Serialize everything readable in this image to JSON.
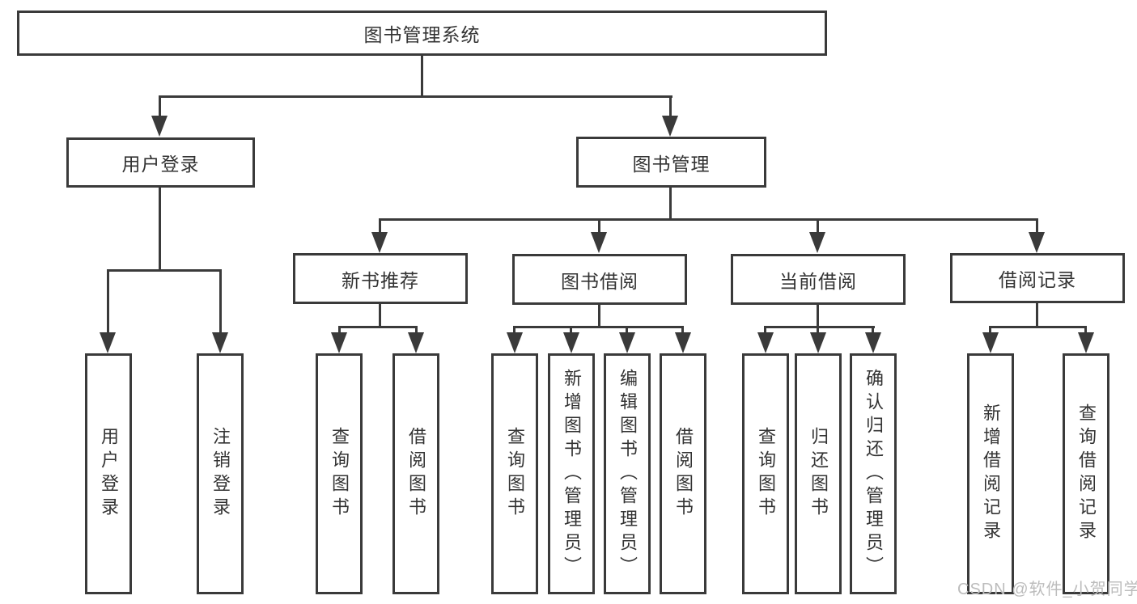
{
  "tree": {
    "root": {
      "label": "图书管理系统"
    },
    "children": [
      {
        "label": "用户登录",
        "children": [
          {
            "label": "用户登录"
          },
          {
            "label": "注销登录"
          }
        ]
      },
      {
        "label": "图书管理",
        "children": [
          {
            "label": "新书推荐",
            "children": [
              {
                "label": "查询图书"
              },
              {
                "label": "借阅图书"
              }
            ]
          },
          {
            "label": "图书借阅",
            "children": [
              {
                "label": "查询图书"
              },
              {
                "label": "新增图书（管理员）"
              },
              {
                "label": "编辑图书（管理员）"
              },
              {
                "label": "借阅图书"
              }
            ]
          },
          {
            "label": "当前借阅",
            "children": [
              {
                "label": "查询图书"
              },
              {
                "label": "归还图书"
              },
              {
                "label": "确认归还（管理员）"
              }
            ]
          },
          {
            "label": "借阅记录",
            "children": [
              {
                "label": "新增借阅记录"
              },
              {
                "label": "查询借阅记录"
              }
            ]
          }
        ]
      }
    ]
  },
  "watermark": {
    "text": "CSDN @软件_小贺同学"
  },
  "colors": {
    "line": "#3a3a3a",
    "text": "#333333",
    "watermark": "#bcbcbc",
    "background": "#ffffff"
  }
}
